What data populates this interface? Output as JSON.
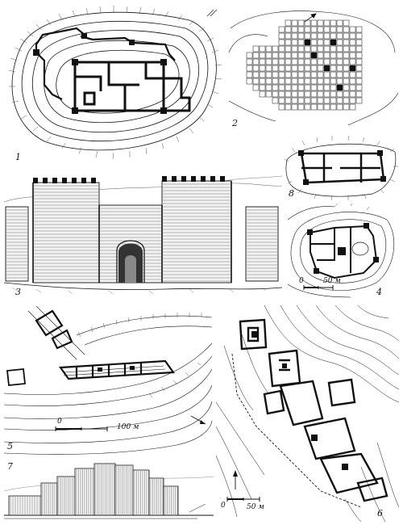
{
  "figures": [
    {
      "id": "1",
      "label": "1"
    },
    {
      "id": "2",
      "label": "2"
    },
    {
      "id": "3",
      "label": "3"
    },
    {
      "id": "4",
      "label": "4",
      "scale_zero": "0",
      "scale_length": "50 м"
    },
    {
      "id": "5",
      "label": "5",
      "scale_zero": "0",
      "scale_length": "100 м"
    },
    {
      "id": "6",
      "label": "6",
      "scale_zero": "0",
      "scale_length": "50 м"
    },
    {
      "id": "7",
      "label": "7"
    },
    {
      "id": "8",
      "label": "8"
    }
  ],
  "colors": {
    "ink": "#111111",
    "paper": "#ffffff",
    "hatch": "#555555"
  }
}
